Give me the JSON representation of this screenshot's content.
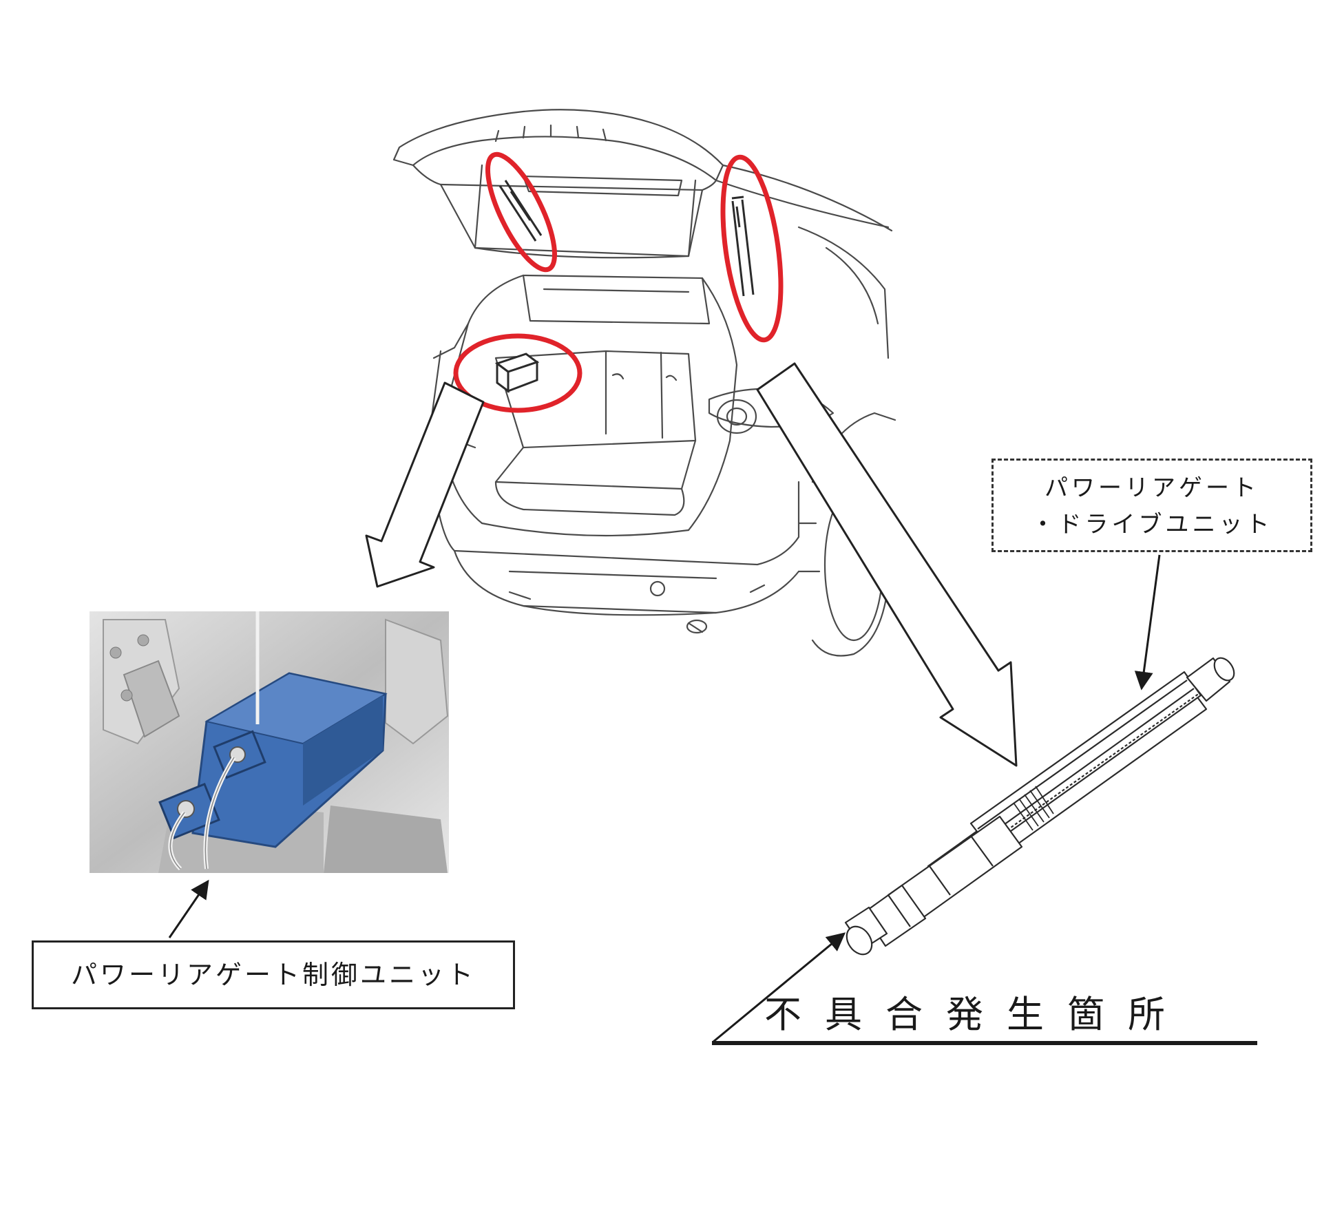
{
  "labels": {
    "drive_unit_line1": "パワーリアゲート",
    "drive_unit_line2": "・ドライブユニット",
    "control_unit": "パワーリアゲート制御ユニット",
    "defect_location": "不具合発生箇所"
  },
  "colors": {
    "highlight_ring": "#e0232a",
    "control_unit_body": "#3f6fb5",
    "line_art": "#3a3a3a"
  }
}
